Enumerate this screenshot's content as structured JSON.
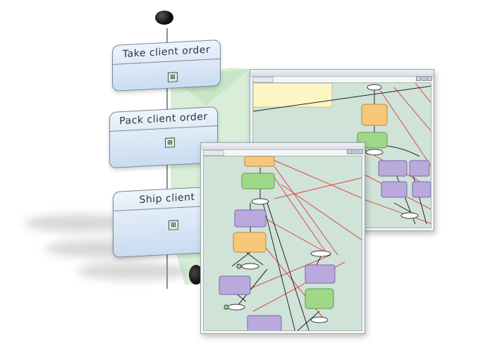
{
  "workflow": {
    "tasks": [
      {
        "label": "Take client order",
        "expand_symbol": "⊞"
      },
      {
        "label": "Pack client order",
        "expand_symbol": "⊞"
      },
      {
        "label": "Ship client",
        "expand_symbol": "⊞"
      }
    ]
  },
  "colors": {
    "task_fill": "#c9dcf1",
    "canvas_bg": "#cfe3d9",
    "node_orange": "#f7c87a",
    "node_green": "#9fd889",
    "node_purple": "#b9a9dc",
    "link_red": "#e04646",
    "highlight_green": "#8fcf8f"
  }
}
